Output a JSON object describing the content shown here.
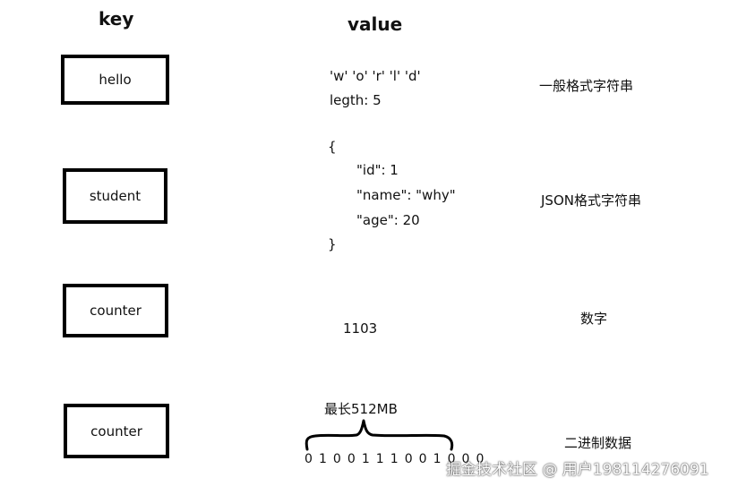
{
  "headers": {
    "key": "key",
    "value": "value"
  },
  "rows": [
    {
      "key": "hello",
      "value_lines": [
        "'w' 'o' 'r' 'l' 'd'",
        "legth: 5"
      ],
      "desc": "一般格式字符串"
    },
    {
      "key": "student",
      "value_lines": [
        "{",
        "\"id\": 1",
        "\"name\": \"why\"",
        "\"age\": 20",
        "}"
      ],
      "desc": "JSON格式字符串"
    },
    {
      "key": "counter",
      "value_lines": [
        "1103"
      ],
      "desc": "数字"
    },
    {
      "key": "counter",
      "value_lines": [
        "最长512MB",
        "0 1 0 0 1 1 1 0 0 1 0 0 0"
      ],
      "desc": "二进制数据"
    }
  ],
  "watermark": "掘金技术社区 @ 用户198114276091"
}
